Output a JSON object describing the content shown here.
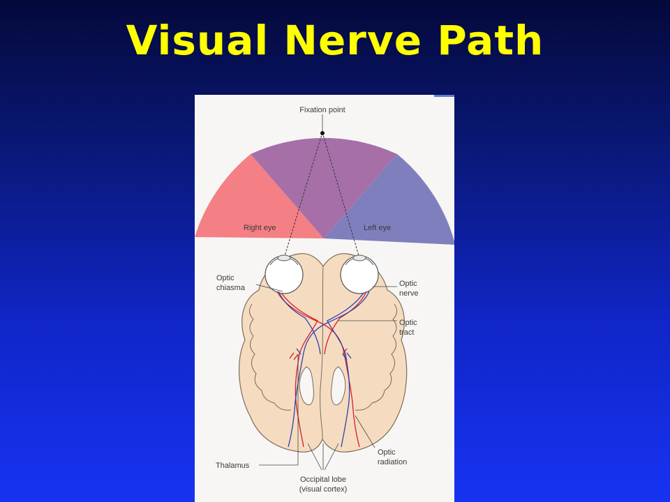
{
  "slide": {
    "title": "Visual Nerve Path"
  },
  "diagram": {
    "labels": {
      "fixation_point": "Fixation point",
      "right_eye": "Right eye",
      "left_eye": "Left eye",
      "optic_chiasma_1": "Optic",
      "optic_chiasma_2": "chiasma",
      "optic_nerve_1": "Optic",
      "optic_nerve_2": "nerve",
      "optic_tract_1": "Optic",
      "optic_tract_2": "tract",
      "optic_radiation_1": "Optic",
      "optic_radiation_2": "radiation",
      "thalamus": "Thalamus",
      "occipital_lobe_1": "Occipital lobe",
      "occipital_lobe_2": "(visual cortex)"
    },
    "colors": {
      "right_eye_field": "#f47f84",
      "shared_field": "#a66fa8",
      "left_eye_field": "#7f7fbd",
      "brain": "#f5dcc0",
      "pathway_red": "#d81b2b",
      "pathway_blue": "#2f3fb0"
    }
  }
}
